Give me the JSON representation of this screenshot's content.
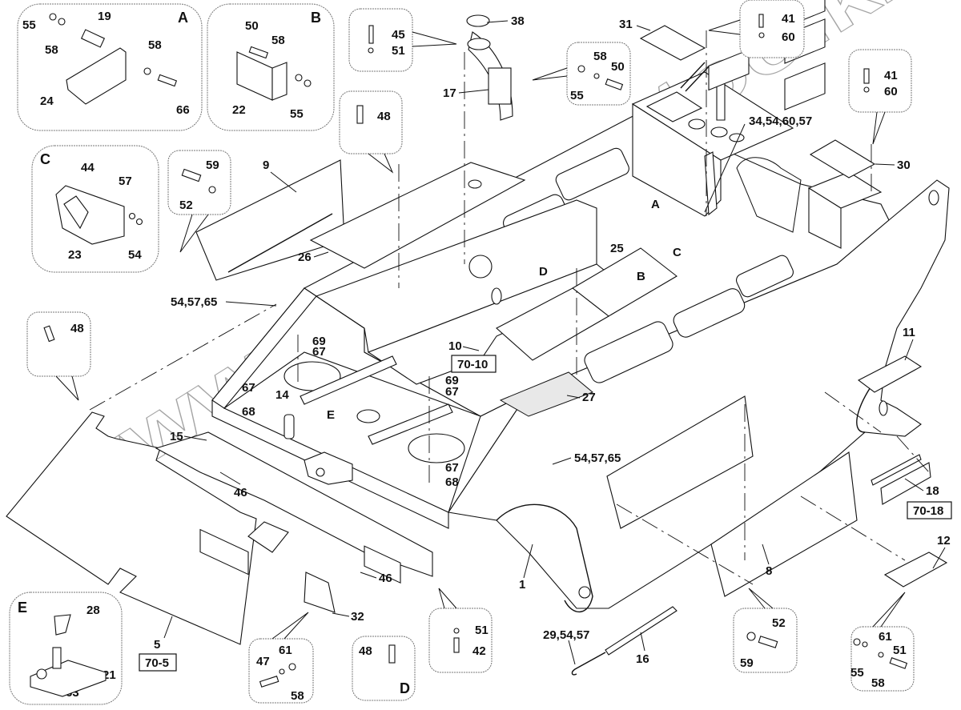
{
  "watermark": "www.simbron-too.kz",
  "detail_boxes": {
    "A": {
      "letter": "A",
      "parts": [
        "55",
        "58",
        "19",
        "58",
        "66",
        "24"
      ]
    },
    "B": {
      "letter": "B",
      "parts": [
        "50",
        "58",
        "22",
        "55"
      ]
    },
    "C": {
      "letter": "C",
      "parts": [
        "44",
        "57",
        "23",
        "54"
      ]
    },
    "D": {
      "letter": "D",
      "parts": [
        "48"
      ]
    },
    "E": {
      "letter": "E",
      "parts": [
        "28",
        "21",
        "63"
      ]
    }
  },
  "callouts": {
    "c45": {
      "parts": [
        "45",
        "51"
      ]
    },
    "c48a": {
      "parts": [
        "48"
      ]
    },
    "c55_58_50": {
      "parts": [
        "58",
        "50",
        "55"
      ]
    },
    "c41_60a": {
      "parts": [
        "41",
        "60"
      ]
    },
    "c41_60b": {
      "parts": [
        "41",
        "60"
      ]
    },
    "c59_52": {
      "parts": [
        "59",
        "52"
      ]
    },
    "c48b": {
      "parts": [
        "48"
      ]
    },
    "c51_42": {
      "parts": [
        "51",
        "42"
      ]
    },
    "c61_47_58": {
      "parts": [
        "61",
        "47",
        "58"
      ]
    },
    "c52_59": {
      "parts": [
        "52",
        "59"
      ]
    },
    "c61_51_55_58": {
      "parts": [
        "61",
        "51",
        "55",
        "58"
      ]
    }
  },
  "main_labels": {
    "l38": "38",
    "l17": "17",
    "l31": "31",
    "l30": "30",
    "l9": "9",
    "l26": "26",
    "l34": "34,54,60,57",
    "lA": "A",
    "lC": "C",
    "l25": "25",
    "lD": "D",
    "lB": "B",
    "l54a": "54,57,65",
    "l69a": "69",
    "l67a": "67",
    "l10": "10",
    "l67b": "67",
    "l14": "14",
    "l68a": "68",
    "lE": "E",
    "l69b": "69",
    "l67c": "67",
    "l27": "27",
    "l15": "15",
    "l46a": "46",
    "l67d": "67",
    "l68b": "68",
    "l54b": "54,57,65",
    "l11": "11",
    "l18": "18",
    "l12": "12",
    "l1": "1",
    "l8": "8",
    "l46b": "46",
    "l5": "5",
    "l32": "32",
    "l29": "29,54,57",
    "l16": "16"
  },
  "page_refs": {
    "r10": "70-10",
    "r18": "70-18",
    "r5": "70-5"
  }
}
